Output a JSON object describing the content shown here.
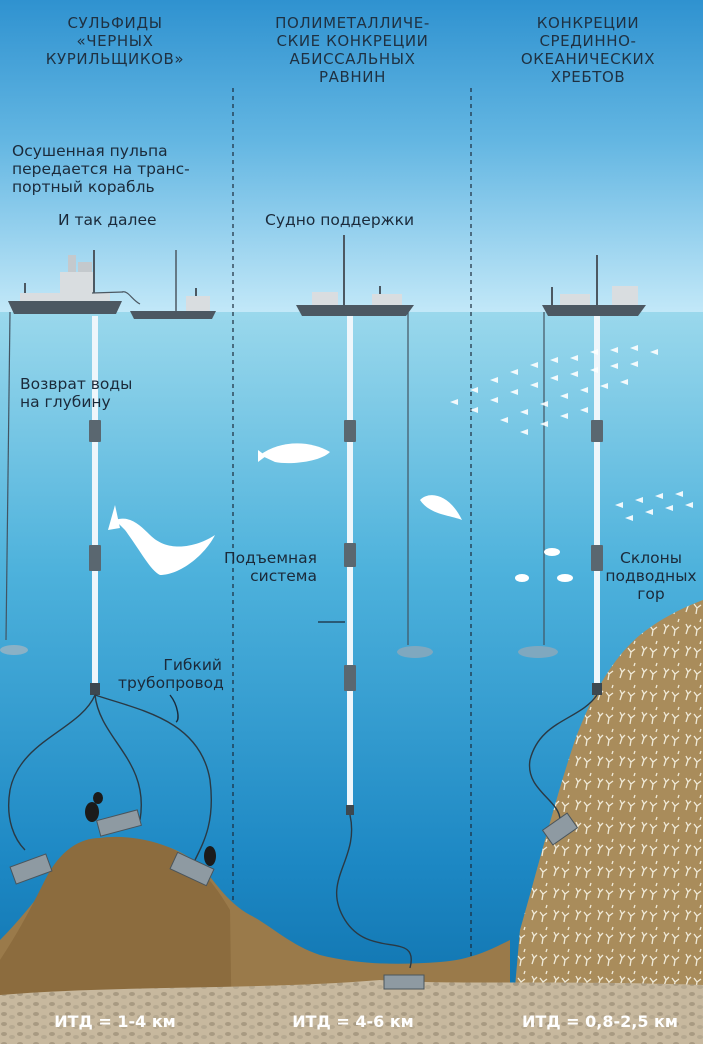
{
  "columns": [
    {
      "header_lines": [
        "Сульфиды",
        "«черных",
        "курильщиков»"
      ],
      "itd": "ИТД = 1-4 км"
    },
    {
      "header_lines": [
        "Полиметалличе-",
        "ские конкреции",
        "абиссальных",
        "равнин"
      ],
      "itd": "ИТД = 4-6 км"
    },
    {
      "header_lines": [
        "Конкреции",
        "срединно-",
        "океанических",
        "хребтов"
      ],
      "itd": "ИТД = 0,8-2,5 км"
    }
  ],
  "labels": {
    "pulp_lines": [
      "Осушенная пульпа",
      "передается на транс-",
      "портный корабль"
    ],
    "and_so_on": "И так далее",
    "support_vessel": "Судно поддержки",
    "water_return_lines": [
      "Возврат воды",
      "на глубину"
    ],
    "lift_system_lines": [
      "Подъемная",
      "система"
    ],
    "flexible_pipe_lines": [
      "Гибкий",
      "трубопровод"
    ],
    "seamount_slopes_lines": [
      "Склоны",
      "подводных",
      "гор"
    ]
  },
  "colors": {
    "sky_top": "#2f92d0",
    "sky_bottom": "#bfe6f7",
    "water_top": "#8fd2e8",
    "water_bottom": "#1178b6",
    "sediment": "#9a7a4a",
    "sea_floor_gravel": "#c9b89c",
    "hull": "#4c5862",
    "pipe": "#eef6fb",
    "module": "#5a6770"
  }
}
